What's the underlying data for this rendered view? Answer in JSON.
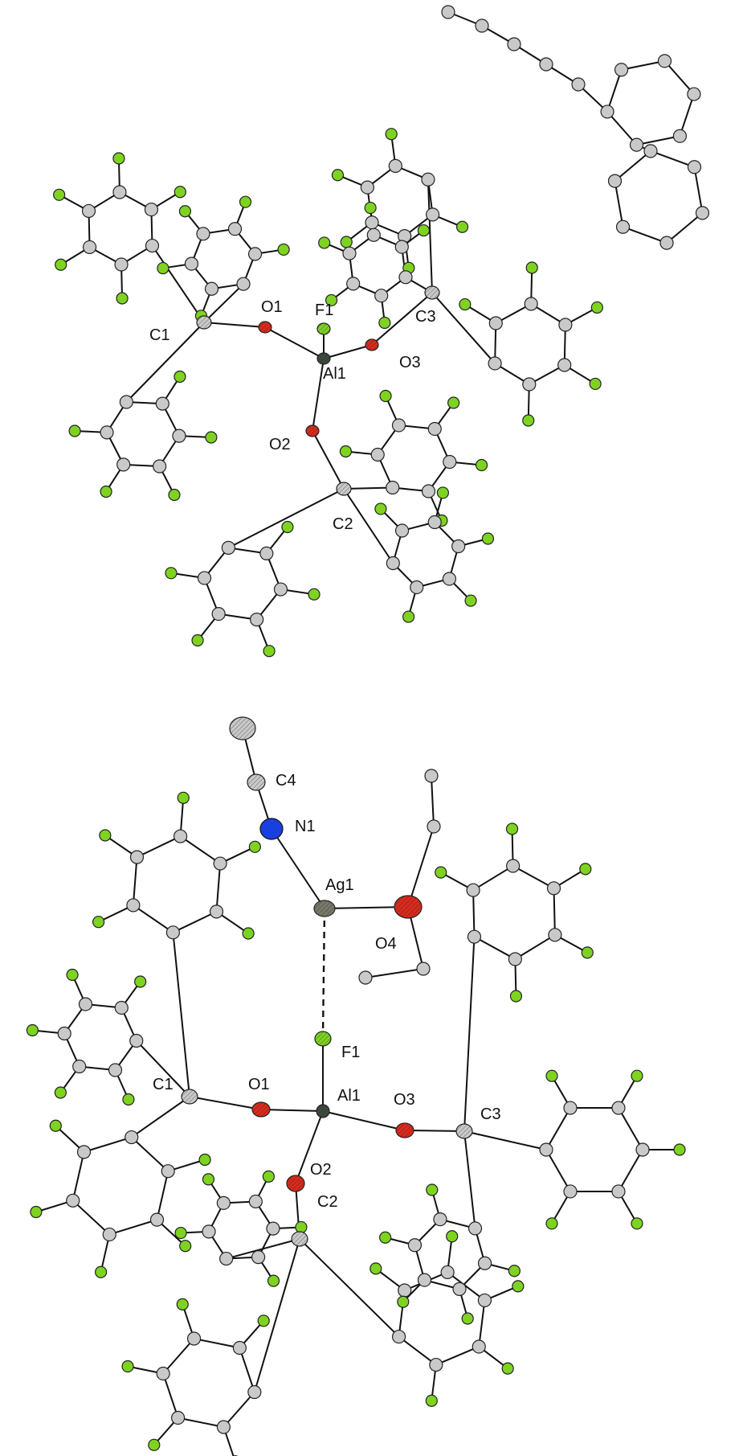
{
  "colors": {
    "carbon": "#c9c9c9",
    "fluorine": "#7ed321",
    "oxygen": "#d92a1c",
    "nitrogen": "#1a3fe0",
    "aluminium": "#3d4a3d",
    "silver": "#7a7a6a",
    "bond": "#111111"
  },
  "top_structure": {
    "labels": {
      "C1": "C1",
      "O1": "O1",
      "F1": "F1",
      "C3": "C3",
      "Al1": "Al1",
      "O3": "O3",
      "O2": "O2",
      "C2": "C2"
    }
  },
  "bottom_structure": {
    "labels": {
      "C4": "C4",
      "N1": "N1",
      "Ag1": "Ag1",
      "O4": "O4",
      "F1": "F1",
      "C1": "C1",
      "O1": "O1",
      "Al1": "Al1",
      "O3": "O3",
      "C3": "C3",
      "O2": "O2",
      "C2": "C2"
    }
  }
}
